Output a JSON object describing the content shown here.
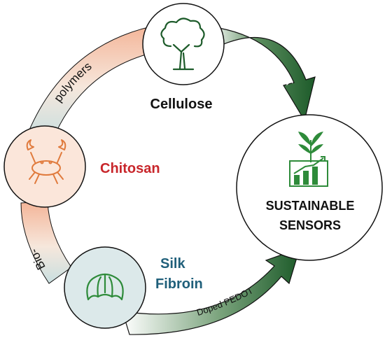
{
  "nodes": {
    "cellulose": {
      "label": "Cellulose",
      "color": "#111111",
      "icon": "tree-icon"
    },
    "chitosan": {
      "label": "Chitosan",
      "color": "#c8262b",
      "icon": "crab-icon"
    },
    "silk_fibroin": {
      "label_line1": "Silk",
      "label_line2": "Fibroin",
      "color": "#1f5f7a",
      "icon": "croissant-icon"
    },
    "sensors": {
      "line1": "SUSTAINABLE",
      "line2": "SENSORS",
      "icon": "growth-chart-plant-icon"
    }
  },
  "arcs": {
    "biopolymers_top": "polymers",
    "biopolymers_bottom": "Bio-",
    "doped_top": "Doped PEDOT",
    "doped_bottom": "Doped PEDOT"
  },
  "colors": {
    "green_dark": "#1d5b2a",
    "peach": "#f2b79a",
    "teal_light": "#dce9ea",
    "orange_icon": "#e07a3c",
    "plant_green": "#2e8b3a"
  }
}
